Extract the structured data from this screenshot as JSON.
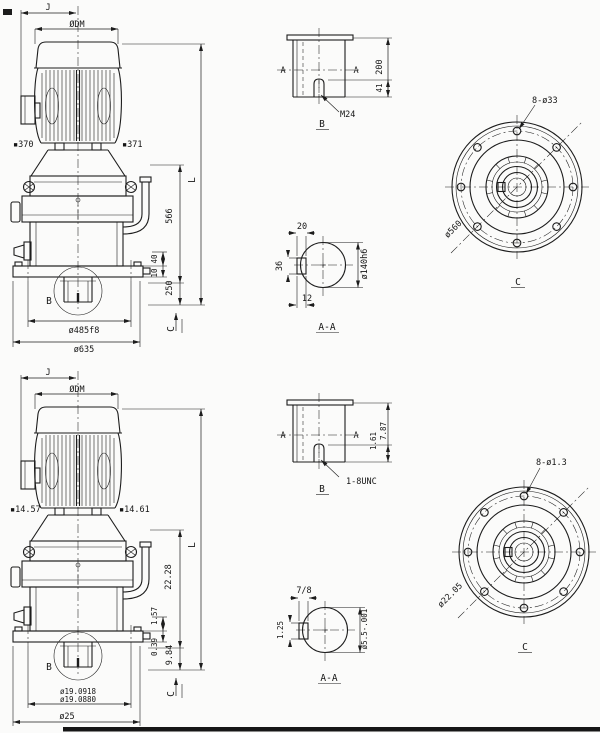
{
  "top": {
    "assembly": {
      "j": "J",
      "dm": "ØDM",
      "approx_left": "▪370",
      "approx_right": "▪371",
      "height_main": "566",
      "dim_a": "40",
      "dim_b": "10",
      "dim_c": "250",
      "length": "L",
      "detail_b": "B",
      "dia_spigot": "ø485f8",
      "dia_outer": "ø635",
      "view_c": "C"
    },
    "section_b": {
      "a_left": "A",
      "a_right": "A",
      "shaft_len": "200",
      "thread_len": "41",
      "thread": "M24",
      "label": "B"
    },
    "section_aa": {
      "key_width": "20",
      "key_height": "36",
      "key_offset": "12",
      "shaft_dia": "ø140h6",
      "label": "A-A"
    },
    "view_c": {
      "holes": "8-ø33",
      "bolt_circle": "ø560",
      "label": "C"
    }
  },
  "bottom": {
    "assembly": {
      "j": "J",
      "dm": "ØDM",
      "approx_left": "▪14.57",
      "approx_right": "▪14.61",
      "height_main": "22.28",
      "dim_a": "1.57",
      "dim_b": "0.39",
      "dim_c": "9.84",
      "length": "L",
      "detail_b": "B",
      "dia_spigot_upper": "ø19.0918",
      "dia_spigot_lower": "ø19.0880",
      "dia_outer": "ø25",
      "view_c": "C"
    },
    "section_b": {
      "a_left": "A",
      "a_right": "A",
      "shaft_len": "7.87",
      "thread_len": "1.61",
      "thread": "1-8UNC",
      "label": "B"
    },
    "section_aa": {
      "key_width": "7/8",
      "key_height": "1.25",
      "shaft_dia": "ø5.5-.001",
      "label": "A-A"
    },
    "view_c": {
      "holes": "8-ø1.3",
      "bolt_circle": "ø22.05",
      "label": "C"
    }
  }
}
